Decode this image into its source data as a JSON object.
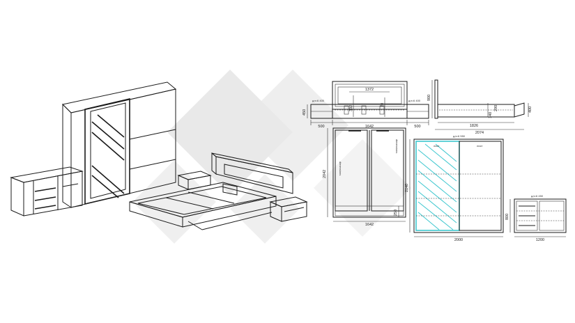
{
  "watermark_color": "#e6e6e6",
  "accent_glass": "#3ec7cf",
  "bed_top": {
    "w_total": "1642",
    "w_inner": "1372",
    "side_left": "500",
    "side_right": "500",
    "h_left": "450",
    "h_inner": "332",
    "h_right": "70",
    "nightstand_left": "дл=6 400",
    "nightstand_right": "дл=6 400"
  },
  "bed_side": {
    "length_inner": "1826",
    "length_total": "2074",
    "h_head": "900",
    "h_mid": "290",
    "h_low": "140",
    "h_right": "400"
  },
  "wardrobe_front": {
    "width": "1642",
    "height": "2042",
    "plinth": "250",
    "vlabel_left": "dimensions",
    "vlabel_right": "dimensions"
  },
  "wardrobe_glass": {
    "top_label": "дл=6 550",
    "height": "2140",
    "width": "2000",
    "panel_left": "лист",
    "panel_right": "лист"
  },
  "dresser": {
    "top_label": "дл=6 450",
    "height": "800",
    "width": "1200"
  }
}
